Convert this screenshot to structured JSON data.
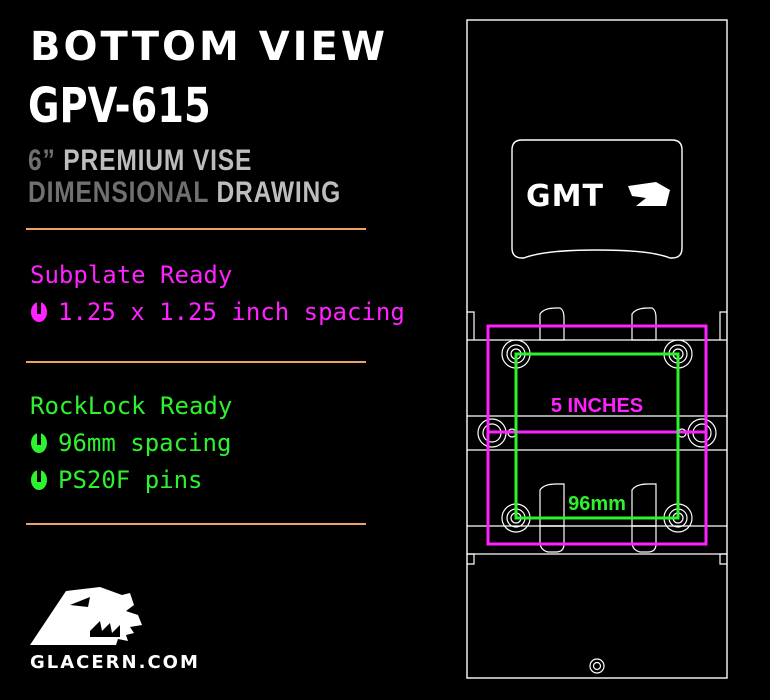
{
  "header": {
    "line1": "BOTTOM VIEW",
    "model": "GPV-615",
    "subtitle1_size": "6”",
    "subtitle1_rest": "PREMIUM VISE",
    "subtitle2_a": "DIMENSIONAL",
    "subtitle2_b": "DRAWING"
  },
  "subplate": {
    "title": "Subplate Ready",
    "spacing": "1.25 x 1.25 inch spacing",
    "color": "#ff22ff"
  },
  "rocklock": {
    "title": "RockLock Ready",
    "spacing": "96mm spacing",
    "pins": "PS20F pins",
    "color": "#2ff22f"
  },
  "drawing": {
    "label_inches": "5 INCHES",
    "label_mm": "96mm",
    "plate_logo": "GMT"
  },
  "brand": {
    "domain": "GLACERN.COM",
    "logo_icon": "glacern-dragon-logo-icon",
    "bullet_icon": "bolt-hole-bullet-icon",
    "accent_rule_color": "#e8a365"
  }
}
